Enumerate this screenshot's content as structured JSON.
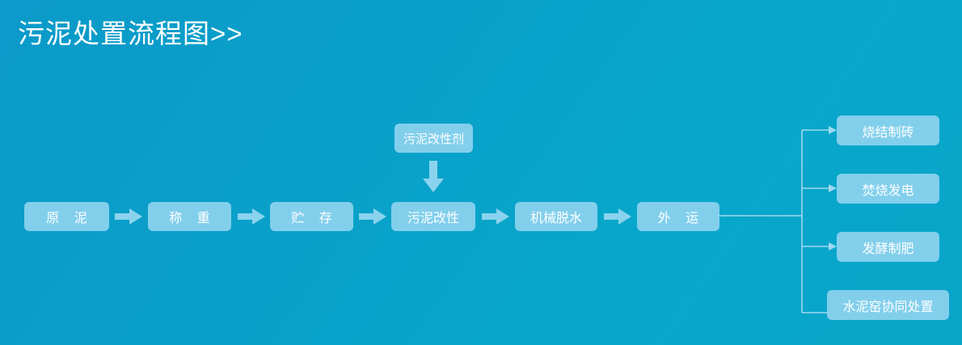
{
  "page": {
    "title": "污泥处置流程图>>",
    "background_top_color": "#0b9ac9",
    "background_bottom_color": "#07a7cb",
    "node_color": "#82cfec",
    "node_text_color": "#ffffff",
    "connector_color": "#a8dcf0"
  },
  "flow": {
    "main_chain": [
      {
        "label": "原 泥"
      },
      {
        "label": "称 重"
      },
      {
        "label": "贮 存"
      },
      {
        "label": "污泥改性"
      },
      {
        "label": "机械脱水"
      },
      {
        "label": "外 运"
      }
    ],
    "additive": {
      "label": "污泥改性剂"
    },
    "outputs": [
      {
        "label": "烧结制砖"
      },
      {
        "label": "焚烧发电"
      },
      {
        "label": "发酵制肥"
      },
      {
        "label": "水泥窑协同处置"
      }
    ],
    "arrow_icons": {
      "chain": "arrow-right-icon",
      "additive": "arrow-down-icon",
      "branch": "arrow-right-line-icon"
    }
  }
}
